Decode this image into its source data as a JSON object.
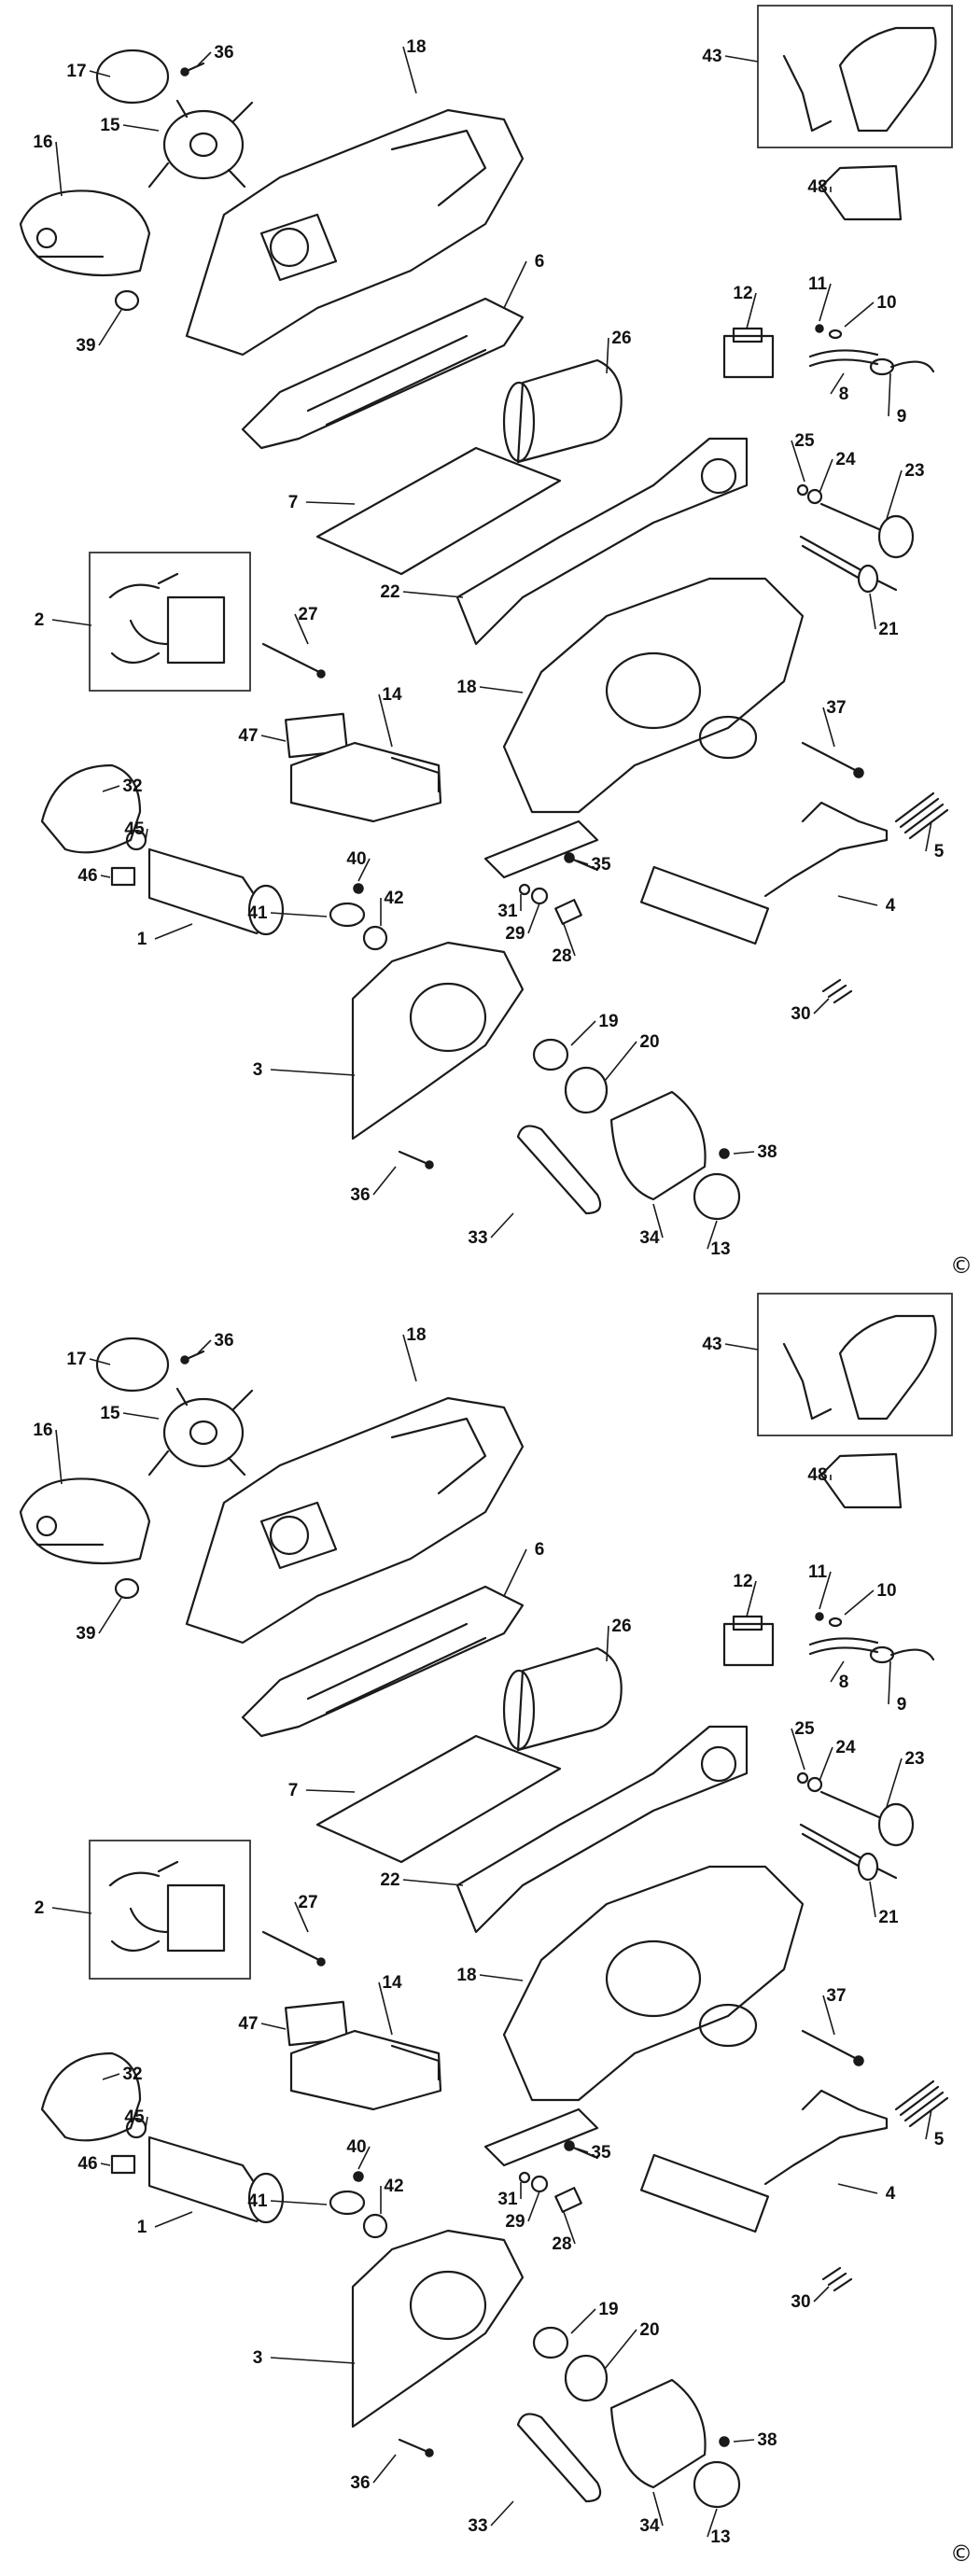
{
  "copyright_symbol": "©",
  "panels": [
    {
      "callouts": [
        {
          "label": "17"
        },
        {
          "label": "36"
        },
        {
          "label": "18"
        },
        {
          "label": "43"
        },
        {
          "label": "15"
        },
        {
          "label": "16"
        },
        {
          "label": "48"
        },
        {
          "label": "6"
        },
        {
          "label": "39"
        },
        {
          "label": "12"
        },
        {
          "label": "11"
        },
        {
          "label": "10"
        },
        {
          "label": "26"
        },
        {
          "label": "8"
        },
        {
          "label": "9"
        },
        {
          "label": "25"
        },
        {
          "label": "24"
        },
        {
          "label": "23"
        },
        {
          "label": "7"
        },
        {
          "label": "22"
        },
        {
          "label": "21"
        },
        {
          "label": "2"
        },
        {
          "label": "27"
        },
        {
          "label": "18"
        },
        {
          "label": "37"
        },
        {
          "label": "47"
        },
        {
          "label": "14"
        },
        {
          "label": "32"
        },
        {
          "label": "5"
        },
        {
          "label": "45"
        },
        {
          "label": "35"
        },
        {
          "label": "46"
        },
        {
          "label": "40"
        },
        {
          "label": "4"
        },
        {
          "label": "41"
        },
        {
          "label": "42"
        },
        {
          "label": "31"
        },
        {
          "label": "1"
        },
        {
          "label": "29"
        },
        {
          "label": "28"
        },
        {
          "label": "30"
        },
        {
          "label": "19"
        },
        {
          "label": "3"
        },
        {
          "label": "20"
        },
        {
          "label": "38"
        },
        {
          "label": "36"
        },
        {
          "label": "33"
        },
        {
          "label": "34"
        },
        {
          "label": "13"
        }
      ]
    },
    {
      "callouts": [
        {
          "label": "17"
        },
        {
          "label": "36"
        },
        {
          "label": "18"
        },
        {
          "label": "43"
        },
        {
          "label": "15"
        },
        {
          "label": "16"
        },
        {
          "label": "48"
        },
        {
          "label": "6"
        },
        {
          "label": "39"
        },
        {
          "label": "12"
        },
        {
          "label": "11"
        },
        {
          "label": "10"
        },
        {
          "label": "26"
        },
        {
          "label": "8"
        },
        {
          "label": "9"
        },
        {
          "label": "25"
        },
        {
          "label": "24"
        },
        {
          "label": "23"
        },
        {
          "label": "7"
        },
        {
          "label": "22"
        },
        {
          "label": "21"
        },
        {
          "label": "2"
        },
        {
          "label": "27"
        },
        {
          "label": "18"
        },
        {
          "label": "37"
        },
        {
          "label": "47"
        },
        {
          "label": "14"
        },
        {
          "label": "32"
        },
        {
          "label": "5"
        },
        {
          "label": "45"
        },
        {
          "label": "35"
        },
        {
          "label": "46"
        },
        {
          "label": "40"
        },
        {
          "label": "4"
        },
        {
          "label": "41"
        },
        {
          "label": "42"
        },
        {
          "label": "31"
        },
        {
          "label": "1"
        },
        {
          "label": "29"
        },
        {
          "label": "28"
        },
        {
          "label": "30"
        },
        {
          "label": "19"
        },
        {
          "label": "3"
        },
        {
          "label": "20"
        },
        {
          "label": "38"
        },
        {
          "label": "36"
        },
        {
          "label": "33"
        },
        {
          "label": "34"
        },
        {
          "label": "13"
        }
      ]
    }
  ]
}
